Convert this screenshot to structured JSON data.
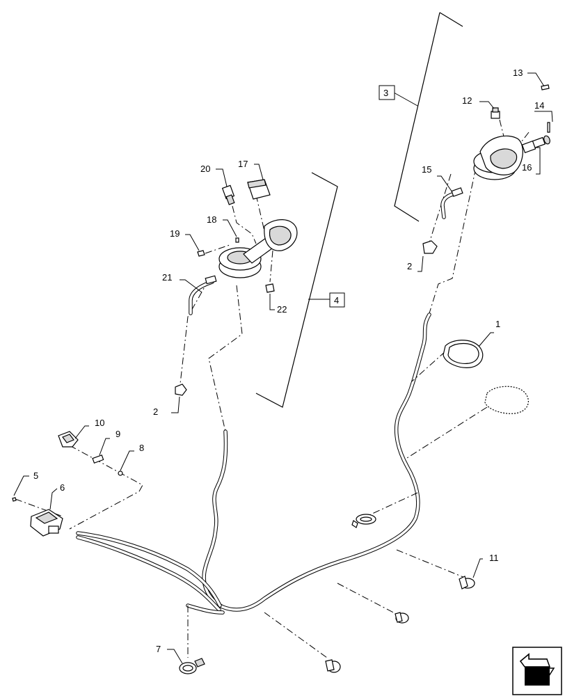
{
  "callouts": {
    "c1": "1",
    "c2a": "2",
    "c2b": "2",
    "c3": "3",
    "c4": "4",
    "c5": "5",
    "c6": "6",
    "c7": "7",
    "c8": "8",
    "c9": "9",
    "c10": "10",
    "c11": "11",
    "c12": "12",
    "c13": "13",
    "c14": "14",
    "c15": "15",
    "c16": "16",
    "c17": "17",
    "c18": "18",
    "c19": "19",
    "c20": "20",
    "c21": "21",
    "c22": "22"
  },
  "icons": {
    "nav": "view-direction-arrow-icon"
  }
}
